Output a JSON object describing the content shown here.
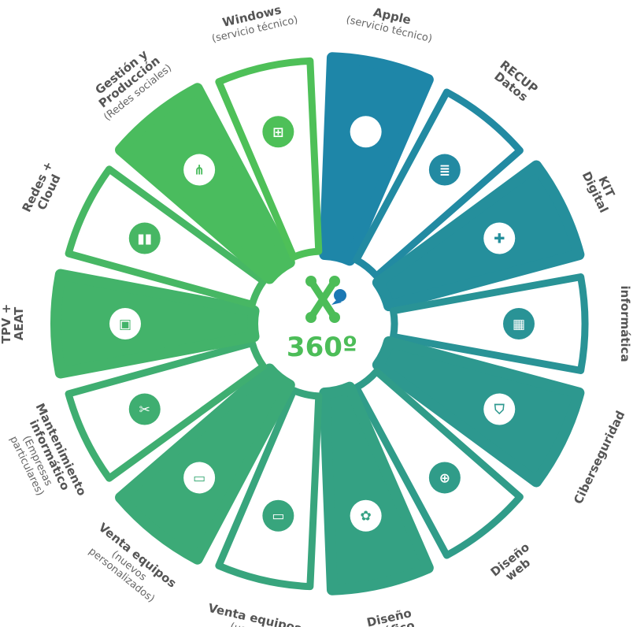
{
  "center": {
    "label": "360º",
    "logo_green": "#4cbd58",
    "logo_blue": "#1b78b4"
  },
  "colors": {
    "start": "#1e86a8",
    "end": "#4ec058"
  },
  "segments": [
    {
      "title": [
        "Apple"
      ],
      "sub": [
        "(servicio técnico)"
      ],
      "filled": true,
      "icon": "apple-icon",
      "glyph": ""
    },
    {
      "title": [
        "RECUP",
        "Datos"
      ],
      "sub": [],
      "filled": false,
      "icon": "database-icon",
      "glyph": "≣"
    },
    {
      "title": [
        "KIT",
        "Digital"
      ],
      "sub": [],
      "filled": true,
      "icon": "puzzle-icon",
      "glyph": "✚"
    },
    {
      "title": [
        "Consultoría",
        "informática"
      ],
      "sub": [],
      "filled": false,
      "icon": "chip-icon",
      "glyph": "▦"
    },
    {
      "title": [
        "Ciberseguridad"
      ],
      "sub": [],
      "filled": true,
      "icon": "shield-icon",
      "glyph": "⛉"
    },
    {
      "title": [
        "Diseño",
        "web"
      ],
      "sub": [],
      "filled": false,
      "icon": "globe-cursor-icon",
      "glyph": "⊕"
    },
    {
      "title": [
        "Diseño",
        "gráfico"
      ],
      "sub": [],
      "filled": true,
      "icon": "palette-icon",
      "glyph": "✿"
    },
    {
      "title": [
        "Venta equipos"
      ],
      "sub": [
        "(usados)"
      ],
      "filled": false,
      "icon": "laptop-icon",
      "glyph": "▭"
    },
    {
      "title": [
        "Venta equipos"
      ],
      "sub": [
        "(nuevos",
        "personalizados)"
      ],
      "filled": true,
      "icon": "laptop-icon",
      "glyph": "▭"
    },
    {
      "title": [
        "Mantenimiento",
        "informático"
      ],
      "sub": [
        "(Empresas",
        "particulares)"
      ],
      "filled": false,
      "icon": "tools-icon",
      "glyph": "✂"
    },
    {
      "title": [
        "TPV +",
        "AEAT"
      ],
      "sub": [],
      "filled": true,
      "icon": "pos-terminal-icon",
      "glyph": "▣"
    },
    {
      "title": [
        "Redes +",
        "Cloud"
      ],
      "sub": [],
      "filled": false,
      "icon": "network-cable-icon",
      "glyph": "▮▮"
    },
    {
      "title": [
        "Gestión y",
        "Producción"
      ],
      "sub": [
        "(Redes sociales)"
      ],
      "filled": true,
      "icon": "share-icon",
      "glyph": "⋔"
    },
    {
      "title": [
        "Windows"
      ],
      "sub": [
        "(servicio técnico)"
      ],
      "filled": false,
      "icon": "windows-icon",
      "glyph": "⊞"
    }
  ]
}
